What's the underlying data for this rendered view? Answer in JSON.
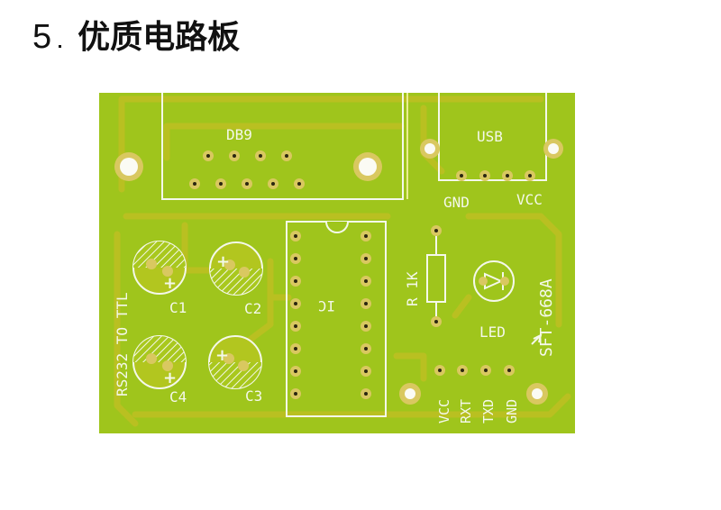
{
  "heading": {
    "number": "5",
    "title": "优质电路板"
  },
  "board": {
    "colors": {
      "board": "#9fc51c",
      "trace": "#b6c020",
      "pad": "#d9c860",
      "silk": "#f4f8ea",
      "hole": "#2a2610"
    },
    "labels": {
      "db9": "DB9",
      "usb": "USB",
      "usb_gnd": "GND",
      "usb_vcc": "VCC",
      "ic": "IC",
      "resistor": "R 1K",
      "led": "LED",
      "model": "SFT-668A",
      "left_text": "RS232 TO TTL",
      "c1": "C1",
      "c2": "C2",
      "c3": "C3",
      "c4": "C4",
      "pin_vcc": "VCC",
      "pin_rxt": "RXT",
      "pin_txd": "TXD",
      "pin_gnd": "GND"
    }
  }
}
